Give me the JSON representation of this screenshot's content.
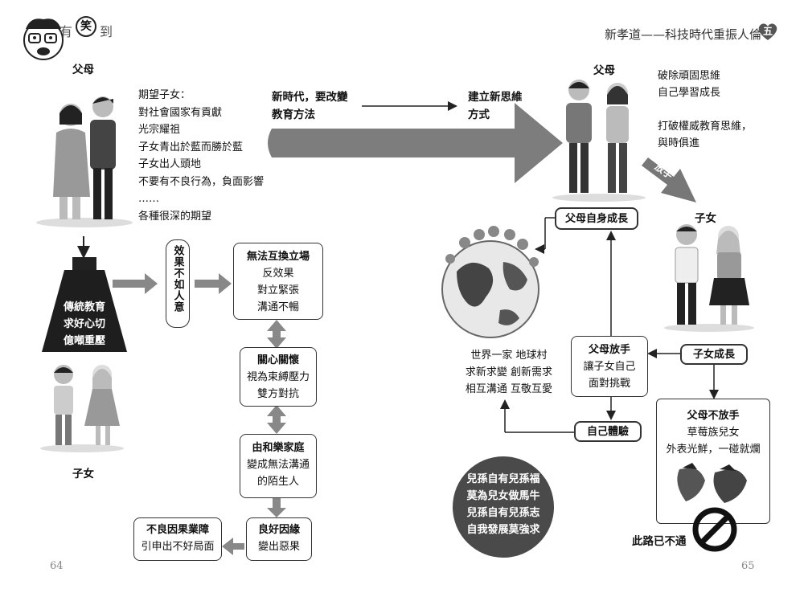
{
  "header": {
    "logo_text_1": "有",
    "logo_text_2": "笑",
    "logo_text_3": "到",
    "series_title": "新孝道——科技時代重振人倫",
    "chapter_badge": "五"
  },
  "left": {
    "parents_label": "父母",
    "expectations": [
      "期望子女：",
      "對社會國家有貢獻",
      "光宗耀祖",
      "子女青出於藍而勝於藍",
      "子女出人頭地",
      "不要有不良行為，負面影響",
      "……",
      "各種很深的期望"
    ],
    "pyramid_lines": [
      "傳統教育",
      "求好心切",
      "億噸重壓"
    ],
    "children_label": "子女",
    "effect_box": "效果不如人意",
    "box1": {
      "title": "無法互換立場",
      "lines": [
        "反效果",
        "對立緊張",
        "溝通不暢"
      ]
    },
    "box2": {
      "title": "關心關懷",
      "lines": [
        "視為束縛壓力",
        "雙方對抗"
      ]
    },
    "box3": {
      "title": "由和樂家庭",
      "lines": [
        "變成無法溝通",
        "的陌生人"
      ]
    },
    "box4": {
      "title": "良好因緣",
      "lines": [
        "變出惡果"
      ]
    },
    "box5": {
      "title": "不良因果業障",
      "lines": [
        "引申出不好局面"
      ]
    },
    "page_number": "64"
  },
  "middle": {
    "arrow_text_left": [
      "新時代，要改變",
      "教育方法"
    ],
    "arrow_text_right": [
      "建立新思維",
      "方式"
    ]
  },
  "right": {
    "parents_label": "父母",
    "notes": [
      "破除頑固思維",
      "自己學習成長",
      "",
      "打破權威教育思維，",
      "與時俱進"
    ],
    "release_label": "放手",
    "children_label": "子女",
    "parent_growth_box": "父母自身成長",
    "world_text": [
      "世界一家 地球村",
      "求新求變 創新需求",
      "相互溝通 互敬互愛"
    ],
    "let_go_box": {
      "title": "父母放手",
      "lines": [
        "讓子女自己",
        "面對挑戰"
      ]
    },
    "child_growth_box": "子女成長",
    "self_exp_box": "自己體驗",
    "no_let_go_box": {
      "title": "父母不放手",
      "lines": [
        "草莓族兒女",
        "外表光鮮，一碰就爛"
      ]
    },
    "dead_end_label": "此路已不通",
    "proverb": [
      "兒孫自有兒孫福",
      "莫為兒女做馬牛",
      "兒孫自有兒孫志",
      "自我發展莫強求"
    ],
    "page_number": "65"
  },
  "colors": {
    "dark": "#2b2b2b",
    "gray_arrow": "#8a8a8a",
    "circle": "#4a4a4a"
  }
}
